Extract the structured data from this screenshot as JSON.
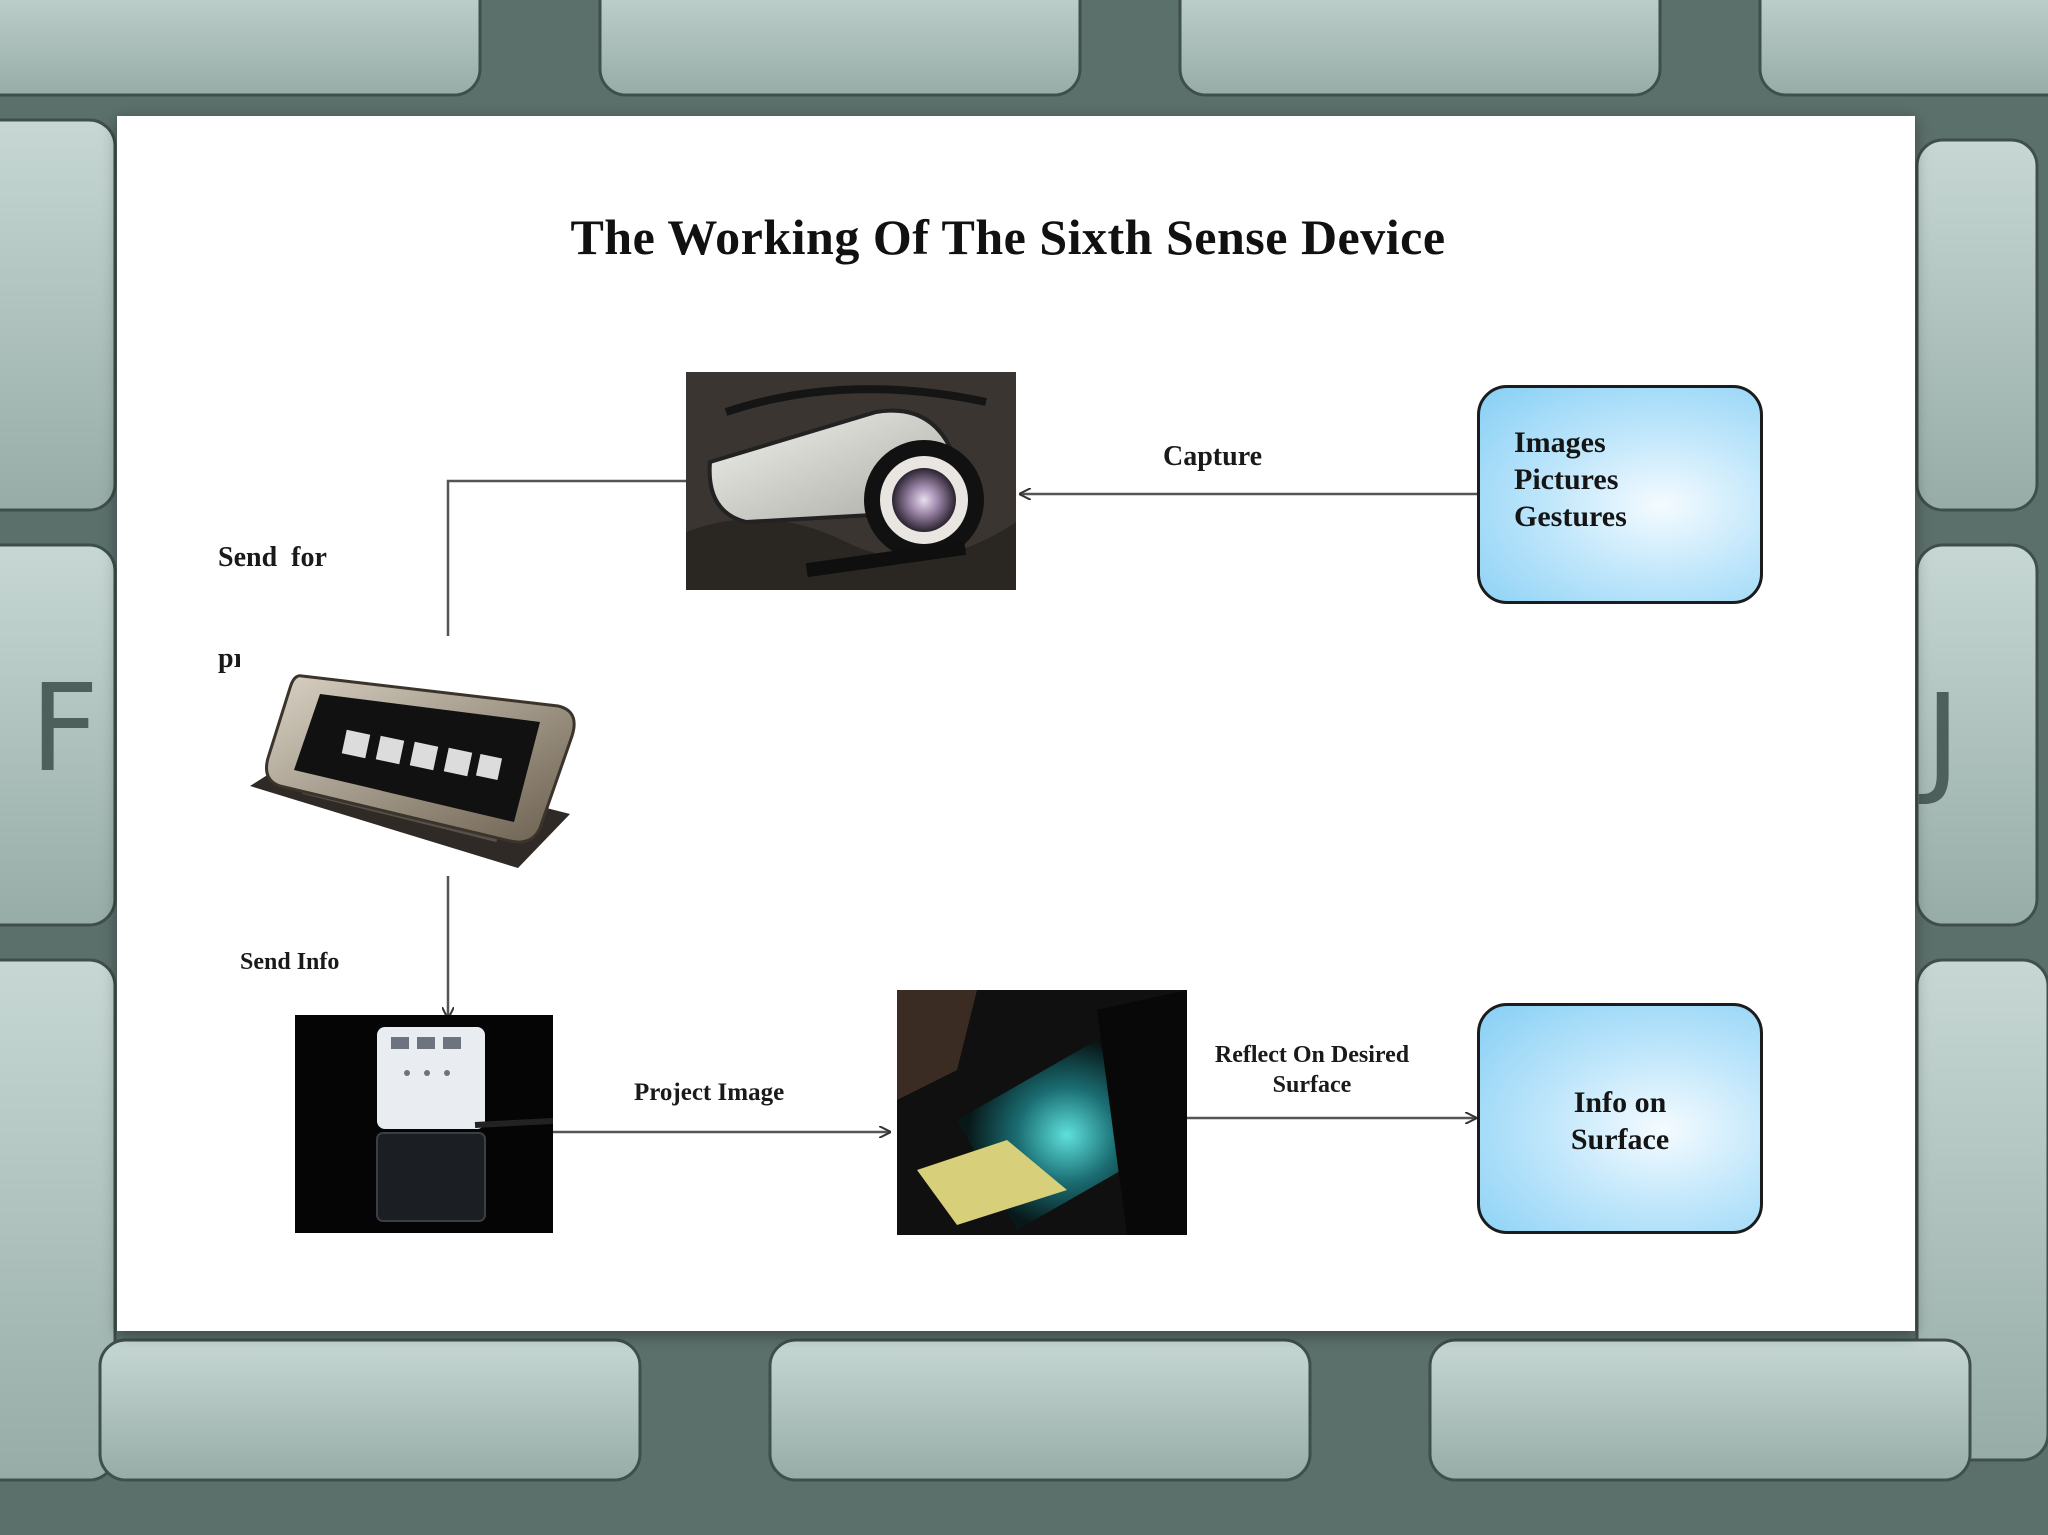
{
  "title": "The Working Of The Sixth Sense Device",
  "nodes": {
    "inputs": {
      "lines": [
        "Images",
        "Pictures",
        "Gestures"
      ]
    },
    "output": {
      "lines": [
        "Info on",
        "Surface"
      ]
    }
  },
  "edges": {
    "capture": "Capture",
    "send_processing": [
      "Send  for",
      "processing"
    ],
    "send_info": "Send Info",
    "project_image": "Project Image",
    "reflect": [
      "Reflect On Desired",
      "Surface"
    ]
  },
  "images": {
    "camera": "camera-photo",
    "phone": "smartphone-photo",
    "projector": "projector-photo",
    "mirror": "mirror-photo"
  },
  "colors": {
    "box_fill": "#86cff5",
    "box_border": "#1c1c1c",
    "slide": "#ffffff",
    "keyboard": "#5f7470"
  }
}
